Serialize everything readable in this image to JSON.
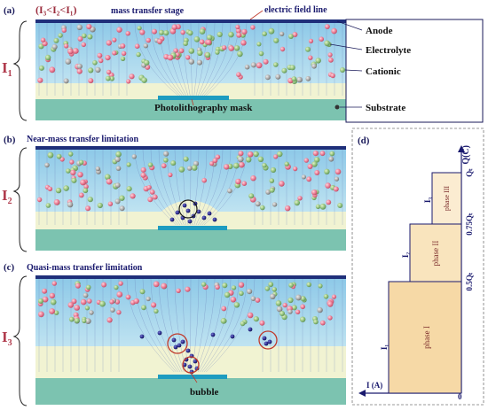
{
  "panel_a": {
    "letter": "(a)",
    "condition": "(I₃<I₂<I₁)",
    "title": "mass transfer stage",
    "current": "I",
    "current_sub": "1",
    "field_line_label": "electric field line",
    "mask_label": "Photolithography mask"
  },
  "panel_b": {
    "letter": "(b)",
    "title": "Near-mass transfer limitation",
    "current": "I",
    "current_sub": "2"
  },
  "panel_c": {
    "letter": "(c)",
    "title": "Quasi-mass transfer limitation",
    "current": "I",
    "current_sub": "3",
    "bubble_label": "bubble"
  },
  "legend": {
    "anode": "Anode",
    "electrolyte": "Electrolyte",
    "cationic": "Cationic",
    "substrate": "Substrate"
  },
  "panel_d": {
    "letter": "(d)",
    "y_axis_label": "Q(C)",
    "x_axis_label": "I (A)",
    "origin": "0",
    "tick_labels": [
      "0.5Qₜ",
      "0.75Qₜ",
      "Qₜ"
    ],
    "phases": [
      "phase I",
      "phase II",
      "phase III"
    ],
    "currents": [
      "I₁",
      "I₂",
      "I₃"
    ]
  },
  "colors": {
    "electrolyte": "#9fd3ec",
    "substrate": "#7cc3b0",
    "deposit_layer": "#f1f3d2",
    "anode": "#1f2f7a",
    "mask": "#1e9cc0",
    "phase_fill": "#f6d9a6",
    "bubble": "#1a1a6e",
    "highlight_ring": "#c0392b"
  }
}
